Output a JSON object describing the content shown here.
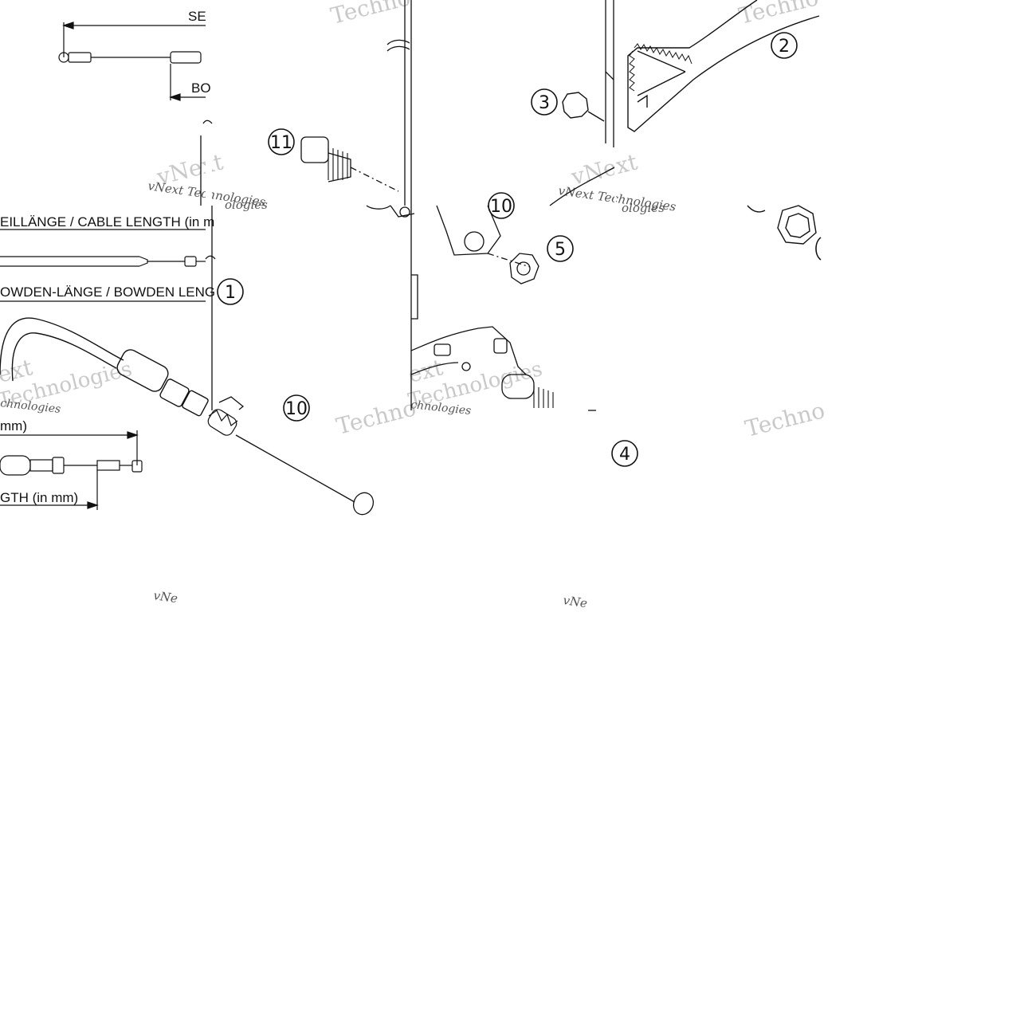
{
  "tiles": {
    "cable": {
      "length_label_top": "SE",
      "length_label_sub": "BO",
      "cable_length_label": "EILLÄNGE / CABLE LENGTH (in m",
      "bowden_length_label": "OWDEN-LÄNGE / BOWDEN LENG",
      "mm_label": "mm)",
      "gth_label": "GTH (in mm)"
    },
    "callouts": [
      "11",
      "3",
      "2",
      "10",
      "5",
      "1",
      "10",
      "4"
    ]
  },
  "watermarks": {
    "technologies": "Technologies",
    "techno": "Techno",
    "vnext": "vNext",
    "vnext_tech": "vNext Technologies",
    "ext": "ext",
    "chnologies": "chnologies",
    "logies": "ologies",
    "vne": "vNe"
  }
}
